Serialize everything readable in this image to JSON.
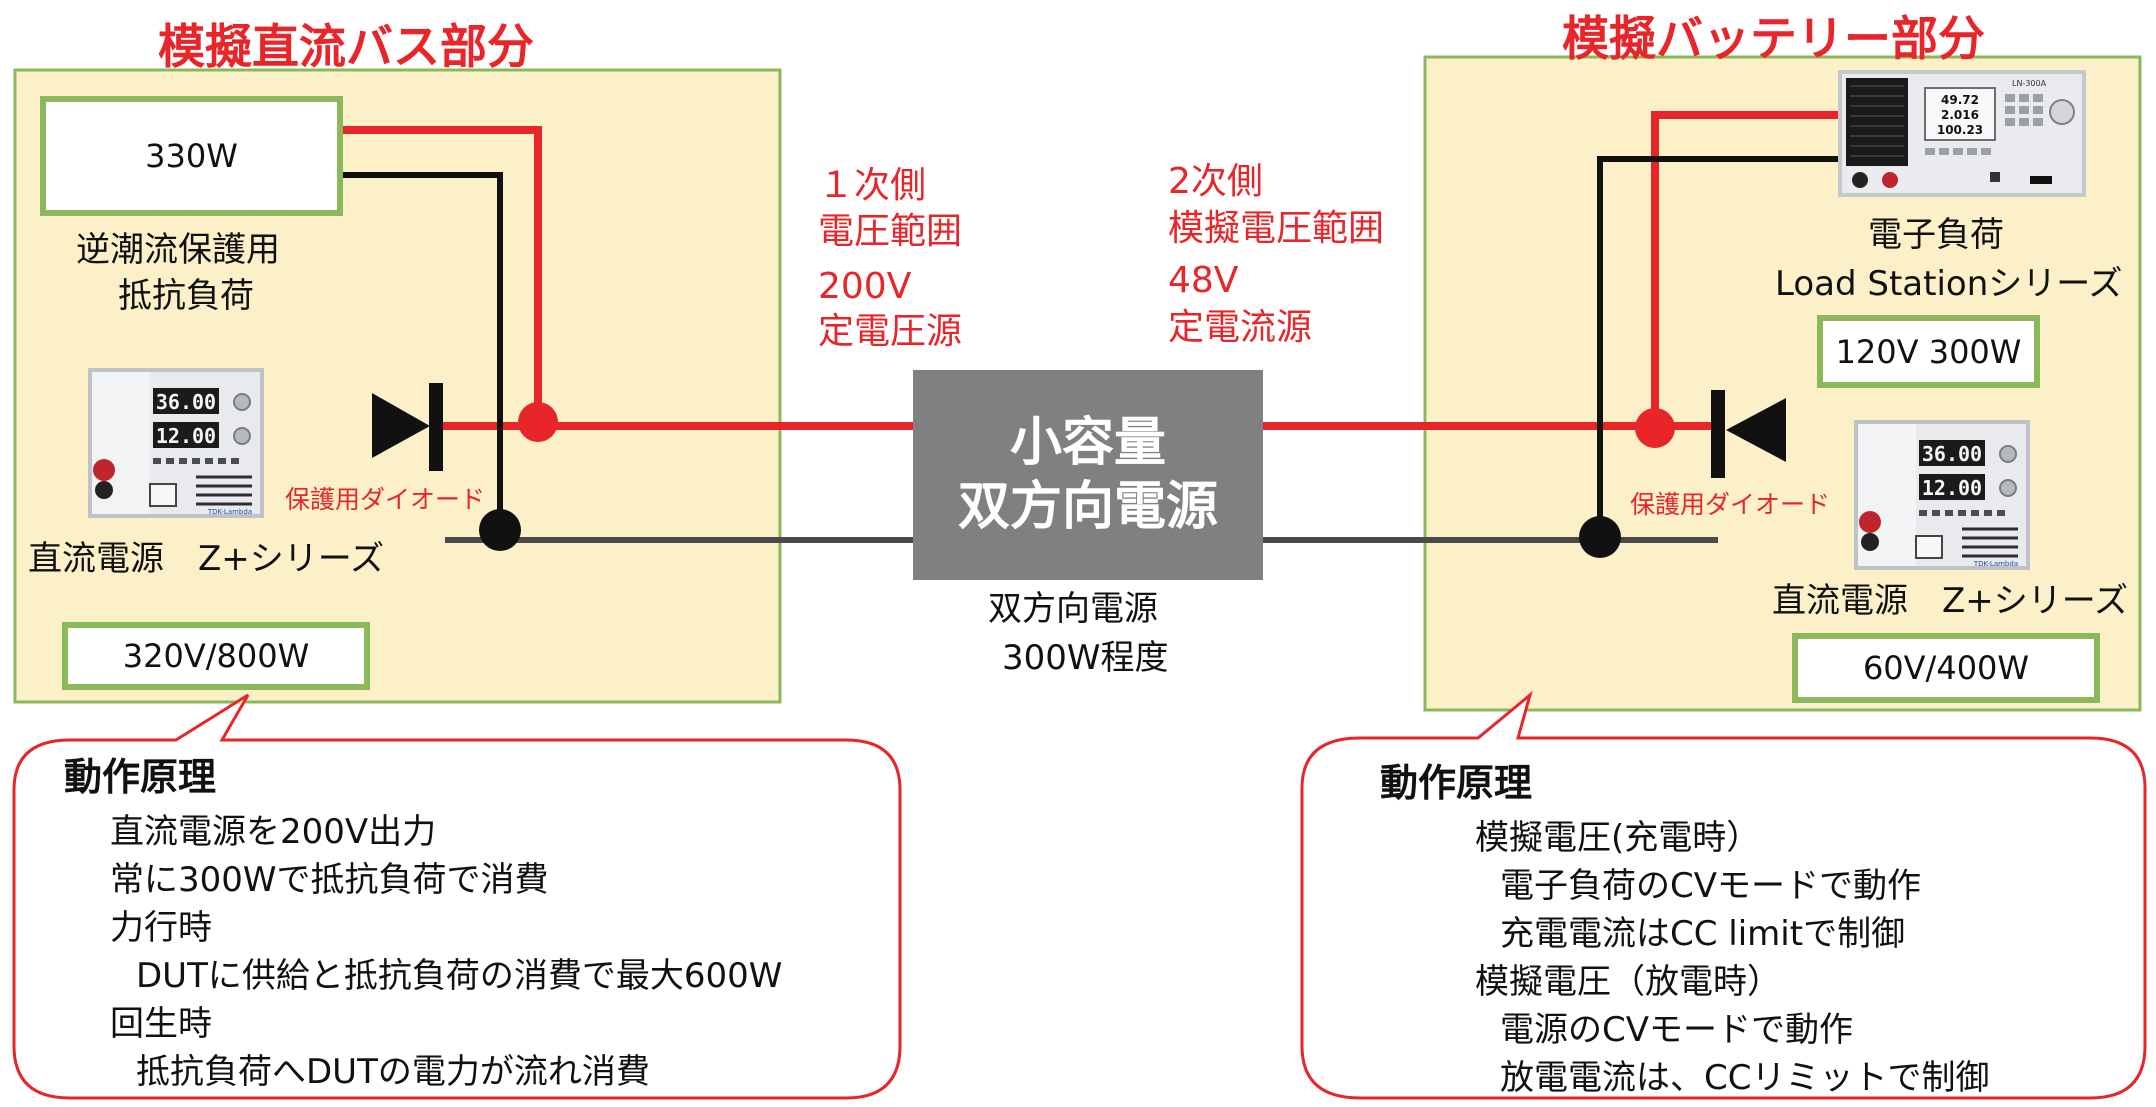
{
  "left_section": {
    "title": "模擬直流バス部分",
    "resistor_box_label": "330W",
    "resistor_caption_line1": "逆潮流保護用",
    "resistor_caption_line2": "抵抗負荷",
    "psu_display_voltage": "36.00",
    "psu_display_current": "12.00",
    "psu_brand": "TDK-Lambda",
    "psu_caption": "直流電源　Z+シリーズ",
    "psu_spec": "320V/800W",
    "diode_label": "保護用ダイオード"
  },
  "primary_side": {
    "line1": "１次側",
    "line2": "電圧範囲",
    "line3": "200V",
    "line4": "定電圧源"
  },
  "secondary_side": {
    "line1": "2次側",
    "line2": "模擬電圧範囲",
    "line3": "48V",
    "line4": "定電流源"
  },
  "center_unit": {
    "label_line1": "小容量",
    "label_line2": "双方向電源",
    "caption_line1": "双方向電源",
    "caption_line2": "300W程度"
  },
  "right_section": {
    "title": "模擬バッテリー部分",
    "load_display_values": [
      "49.72",
      "2.016",
      "100.23"
    ],
    "load_model": "LN-300A",
    "load_caption_line1": "電子負荷",
    "load_caption_line2": "Load Stationシリーズ",
    "load_spec": "120V 300W",
    "psu_display_voltage": "36.00",
    "psu_display_current": "12.00",
    "psu_brand": "TDK-Lambda",
    "psu_caption": "直流電源　Z+シリーズ",
    "psu_spec": "60V/400W",
    "diode_label": "保護用ダイオード"
  },
  "left_principle": {
    "heading": "動作原理",
    "lines": [
      "直流電源を200V出力",
      "常に300Wで抵抗負荷で消費",
      "力行時",
      "DUTに供給と抵抗負荷の消費で最大600W",
      "回生時",
      "抵抗負荷へDUTの電力が流れ消費"
    ]
  },
  "right_principle": {
    "heading": "動作原理",
    "lines": [
      "模擬電圧(充電時）",
      "電子負荷のCVモードで動作",
      "充電電流はCC limitで制御",
      "模擬電圧（放電時）",
      "電源のCVモードで動作",
      "放電電流は、CCリミットで制御"
    ]
  },
  "colors": {
    "title_red": "#e8262a",
    "wire_red": "#e8262a",
    "wire_black": "#111111",
    "section_fill": "#fbf0c8",
    "section_border": "#8cb85c",
    "center_unit_fill": "#808080",
    "callout_border": "#e8262a"
  }
}
